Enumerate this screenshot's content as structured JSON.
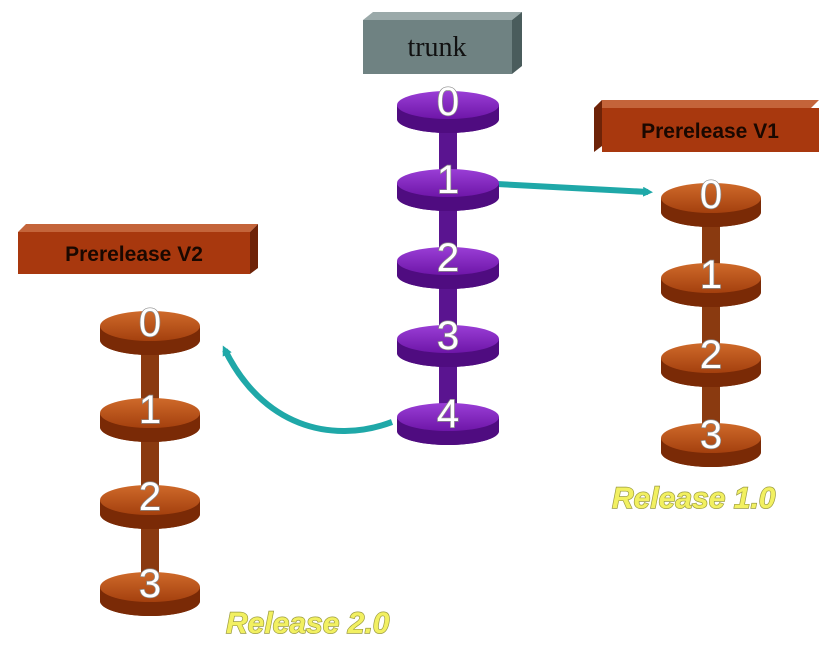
{
  "trunk": {
    "label": "trunk",
    "revisions": [
      "0",
      "1",
      "2",
      "3",
      "4"
    ],
    "color": "#7a1fb3"
  },
  "branch_v1": {
    "label": "Prerelease V1",
    "revisions": [
      "0",
      "1",
      "2",
      "3"
    ],
    "release_label": "Release 1.0",
    "branched_from_revision": "1",
    "color": "#b04a10"
  },
  "branch_v2": {
    "label": "Prerelease V2",
    "revisions": [
      "0",
      "1",
      "2",
      "3"
    ],
    "release_label": "Release 2.0",
    "branched_from_revision": "4",
    "color": "#b04a10"
  },
  "colors": {
    "arrow": "#1fa8a8",
    "release_text": "#f2f061",
    "branch_box": "#a8380e",
    "trunk_box": "#6f8282"
  }
}
